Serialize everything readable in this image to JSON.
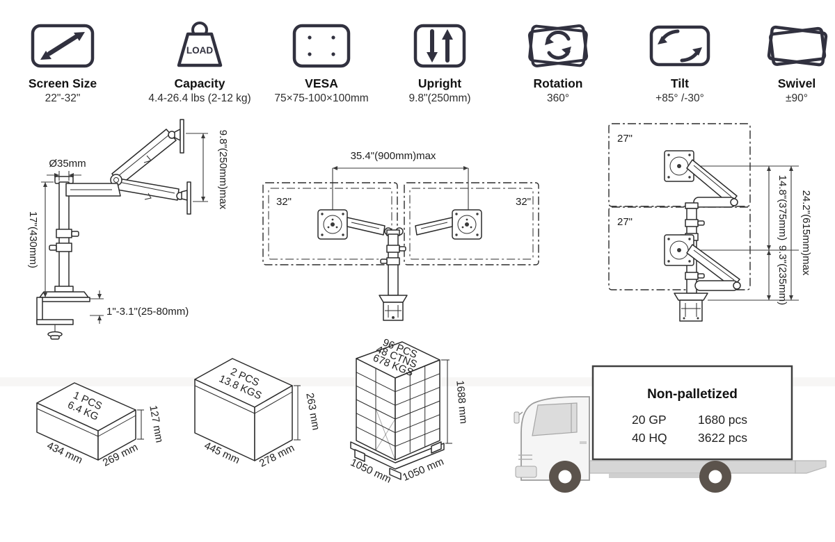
{
  "features": [
    {
      "name": "Screen Size",
      "value": "22\"-32\""
    },
    {
      "name": "Capacity",
      "value": "4.4-26.4 lbs (2-12 kg)",
      "icon_label": "LOAD"
    },
    {
      "name": "VESA",
      "value": "75×75-100×100mm"
    },
    {
      "name": "Upright",
      "value": "9.8\"(250mm)"
    },
    {
      "name": "Rotation",
      "value": "360°"
    },
    {
      "name": "Tilt",
      "value": "+85° /-30°"
    },
    {
      "name": "Swivel",
      "value": "±90°"
    }
  ],
  "diagrams": {
    "side_view": {
      "pole_diameter": "Ø35mm",
      "pole_height": "17\"(430mm)",
      "height_adjust": "9.8\"(250mm)max",
      "desk_thickness": "1\"-3.1\"(25-80mm)"
    },
    "dual_side_by_side": {
      "max_span": "35.4\"(900mm)max",
      "left_screen": "32\"",
      "right_screen": "32\""
    },
    "dual_stacked": {
      "top_screen": "27\"",
      "bottom_screen": "27\"",
      "upper_monitor_height": "14.8\"(375mm)",
      "lower_monitor_height": "9.3\"(235mm)",
      "total_height": "24.2\"(615mm)max"
    }
  },
  "packaging": {
    "single_box": {
      "pcs": "1 PCS",
      "weight": "6.4 KG",
      "length": "434 mm",
      "depth": "269 mm",
      "height": "127 mm"
    },
    "master_box": {
      "pcs": "2 PCS",
      "weight": "13.8 KGS",
      "length": "445 mm",
      "depth": "278 mm",
      "height": "263 mm"
    },
    "pallet": {
      "pcs": "96 PCS",
      "cartons": "48 CTNS",
      "weight": "678 KGS",
      "length": "1050 mm",
      "depth": "1050 mm",
      "height": "1688 mm"
    },
    "shipping": {
      "title": "Non-palletized",
      "rows": [
        {
          "container": "20 GP",
          "quantity": "1680 pcs"
        },
        {
          "container": "40 HQ",
          "quantity": "3622 pcs"
        }
      ]
    }
  }
}
